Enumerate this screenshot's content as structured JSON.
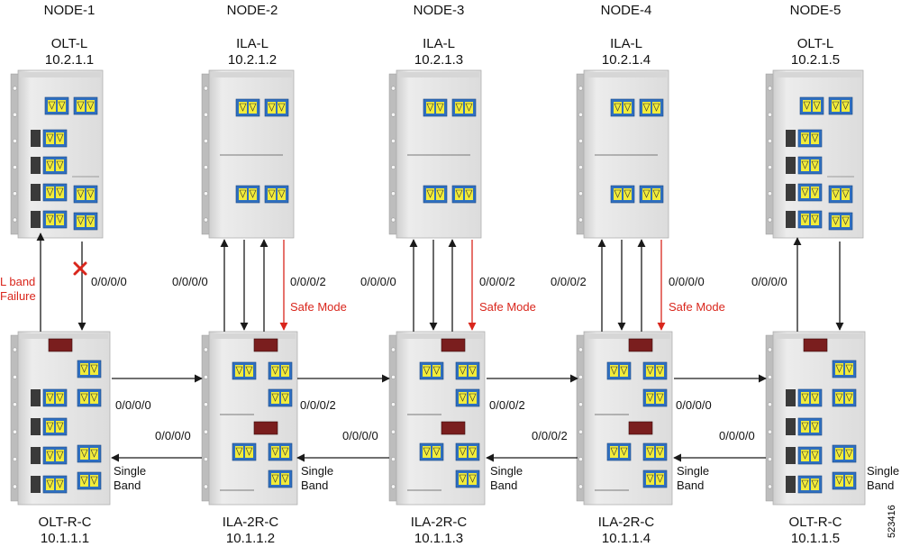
{
  "nodes": [
    {
      "header": "NODE-1",
      "top_card": "OLT-L",
      "top_ip": "10.2.1.1",
      "bottom_card": "OLT-R-C",
      "bottom_ip": "10.1.1.1"
    },
    {
      "header": "NODE-2",
      "top_card": "ILA-L",
      "top_ip": "10.2.1.2",
      "bottom_card": "ILA-2R-C",
      "bottom_ip": "10.1.1.2"
    },
    {
      "header": "NODE-3",
      "top_card": "ILA-L",
      "top_ip": "10.2.1.3",
      "bottom_card": "ILA-2R-C",
      "bottom_ip": "10.1.1.3"
    },
    {
      "header": "NODE-4",
      "top_card": "ILA-L",
      "top_ip": "10.2.1.4",
      "bottom_card": "ILA-2R-C",
      "bottom_ip": "10.1.1.4"
    },
    {
      "header": "NODE-5",
      "top_card": "OLT-L",
      "top_ip": "10.2.1.5",
      "bottom_card": "OLT-R-C",
      "bottom_ip": "10.1.1.5"
    }
  ],
  "labels": {
    "failure_line1": "L band",
    "failure_line2": "Failure",
    "n1_vert": "0/0/0/0",
    "n2_vert_left": "0/0/0/0",
    "n2_vert_right": "0/0/0/2",
    "n3_vert_left": "0/0/0/0",
    "n3_vert_right": "0/0/0/2",
    "n4_vert_left": "0/0/0/2",
    "n4_vert_right": "0/0/0/0",
    "n5_vert": "0/0/0/0",
    "safe_mode": "Safe Mode",
    "h12_upper": "0/0/0/0",
    "h12_lower": "0/0/0/0",
    "h23_upper": "0/0/0/2",
    "h23_lower": "0/0/0/0",
    "h34_upper": "0/0/0/2",
    "h34_lower": "0/0/0/2",
    "h45_upper": "0/0/0/0",
    "h45_lower": "0/0/0/0",
    "single": "Single",
    "band": "Band",
    "figure_id": "523416"
  },
  "colors": {
    "arrow": "#1a1a1a",
    "failure": "#d9261c",
    "panel": "#e4e4e4",
    "port_blue": "#2f6fc0",
    "port_yellow": "#f2ec3a",
    "module_dark": "#3a3a3a",
    "safety_plug": "#7a1e1e"
  },
  "icons": {
    "failure_mark": "red-x-icon"
  }
}
